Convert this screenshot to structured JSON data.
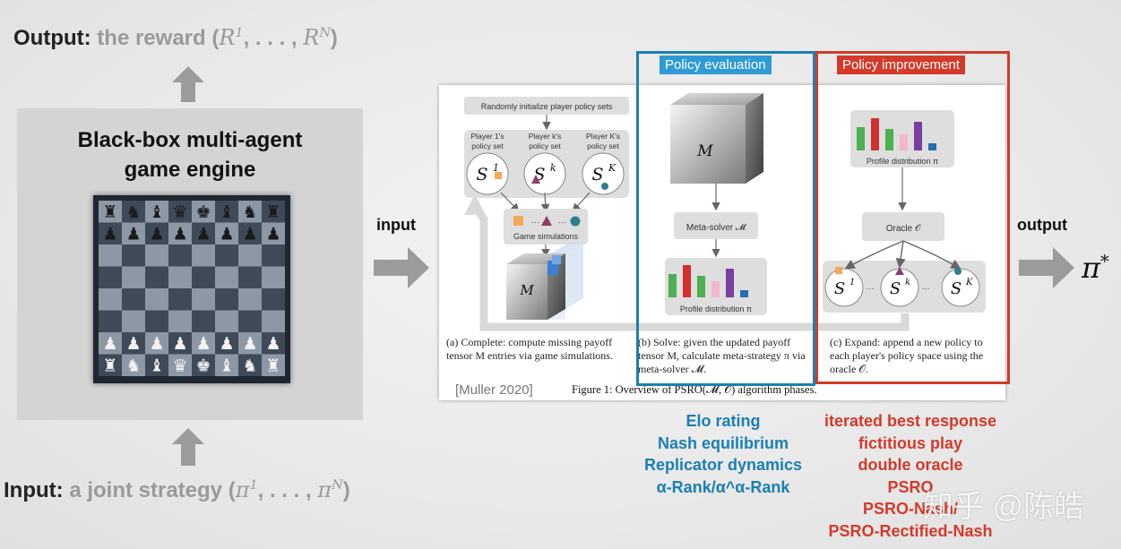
{
  "top": {
    "prefix": "Output:",
    "text": "the reward (",
    "math": "R",
    "sup1": "1",
    "dots": ", . . . , ",
    "supN": "N",
    "close": ")"
  },
  "bottom": {
    "prefix": "Input:",
    "text": "a joint strategy (",
    "math": "π",
    "sup1": "1",
    "dots": ", . . . , ",
    "supN": "N",
    "close": ")"
  },
  "engine": {
    "title_line1": "Black-box multi-agent",
    "title_line2": "game engine"
  },
  "arrows": {
    "input": "input",
    "output": "output",
    "pi": "π",
    "pi_sup": "*"
  },
  "figure": {
    "init": "Randomly initialize player policy sets",
    "players": [
      {
        "label1": "Player 1's",
        "label2": "policy set",
        "sym": "S",
        "sup": "1"
      },
      {
        "label1": "Player k's",
        "label2": "policy set",
        "sym": "S",
        "sup": "k"
      },
      {
        "label1": "Player K's",
        "label2": "policy set",
        "sym": "S",
        "sup": "K"
      }
    ],
    "game_sim": "Game simulations",
    "tensor": "M",
    "eval_cube": "M",
    "meta_solver": "Meta-solver 𝓜",
    "profile_label": "Profile distribution π",
    "oracle": "Oracle 𝒪",
    "expand_syms": [
      {
        "sym": "S",
        "sup": "1"
      },
      {
        "sym": "S",
        "sup": "k"
      },
      {
        "sym": "S",
        "sup": "K"
      }
    ],
    "caption_a": "(a) Complete: compute missing payoff tensor M entries via game simulations.",
    "caption_b": "(b) Solve: given the updated payoff tensor M, calculate meta-strategy π via meta-solver 𝓜.",
    "caption_c": "(c) Expand: append a new policy to each player's policy space using the oracle 𝒪.",
    "citation": "[Muller 2020]",
    "figure_caption": "Figure 1: Overview of PSRO(𝓜, 𝒪) algorithm phases."
  },
  "sections": {
    "eval_label": "Policy evaluation",
    "improve_label": "Policy improvement"
  },
  "eval_methods": [
    "Elo rating",
    "Nash equilibrium",
    "Replicator dynamics",
    "α-Rank/α^α-Rank"
  ],
  "improve_methods": [
    "iterated best response",
    "fictitious play",
    "double oracle",
    "PSRO",
    "PSRO-Nash/",
    "PSRO-Rectified-Nash"
  ],
  "watermark": "知乎 @陈皓",
  "colors": {
    "blue": "#1a7fb3",
    "red": "#d33a2a",
    "arrow_gray": "#9b9b9b",
    "bars": [
      "#4caf50",
      "#d32f2f",
      "#4caf50",
      "#f2b5cc",
      "#7b3fa0",
      "#2a6db0"
    ]
  }
}
